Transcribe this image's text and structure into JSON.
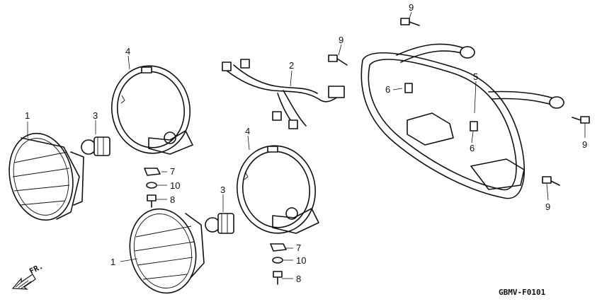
{
  "callouts": {
    "c1a": "1",
    "c1b": "1",
    "c2": "2",
    "c3a": "3",
    "c3b": "3",
    "c4a": "4",
    "c4b": "4",
    "c5": "5",
    "c6a": "6",
    "c6b": "6",
    "c7a": "7",
    "c7b": "7",
    "c8a": "8",
    "c8b": "8",
    "c9a": "9",
    "c9b": "9",
    "c9c": "9",
    "c9d": "9",
    "c10a": "10",
    "c10b": "10"
  },
  "direction_label": "FR.",
  "diagram_code": "GBMV-F0101"
}
